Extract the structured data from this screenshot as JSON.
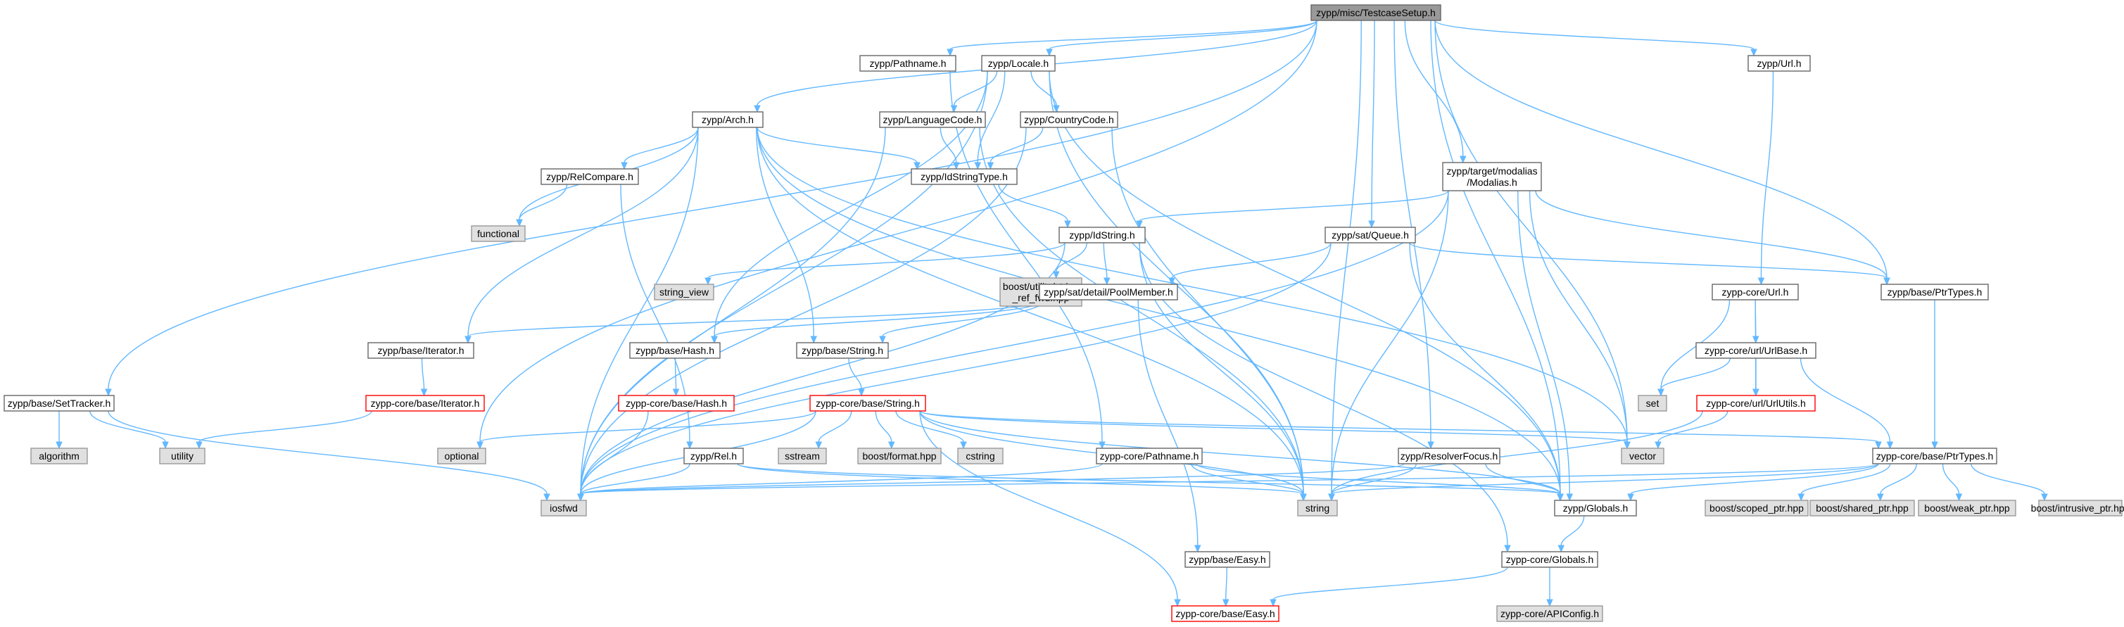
{
  "title": "zypp/misc/TestcaseSetup.h",
  "colors": {
    "edge": "#63b8ff",
    "root_fill": "#999999",
    "root_stroke": "#666666",
    "normal_fill": "#ffffff",
    "normal_stroke": "#666666",
    "truncated_stroke": "#ff0000",
    "external_fill": "#e0e0e0",
    "external_stroke": "#999999"
  },
  "nodes": [
    {
      "id": "root",
      "label": "zypp/misc/TestcaseSetup.h",
      "kind": "root"
    },
    {
      "id": "pathname",
      "label": "zypp/Pathname.h",
      "kind": "normal"
    },
    {
      "id": "locale",
      "label": "zypp/Locale.h",
      "kind": "normal"
    },
    {
      "id": "url",
      "label": "zypp/Url.h",
      "kind": "normal"
    },
    {
      "id": "arch",
      "label": "zypp/Arch.h",
      "kind": "normal"
    },
    {
      "id": "langcode",
      "label": "zypp/LanguageCode.h",
      "kind": "normal"
    },
    {
      "id": "ctrycode",
      "label": "zypp/CountryCode.h",
      "kind": "normal"
    },
    {
      "id": "relcompare",
      "label": "zypp/RelCompare.h",
      "kind": "normal"
    },
    {
      "id": "idstringtype",
      "label": "zypp/IdStringType.h",
      "kind": "normal"
    },
    {
      "id": "modalias",
      "label": "zypp/target/modalias\n/Modalias.h",
      "kind": "normal"
    },
    {
      "id": "functional",
      "label": "functional",
      "kind": "external"
    },
    {
      "id": "idstring",
      "label": "zypp/IdString.h",
      "kind": "normal"
    },
    {
      "id": "satqueue",
      "label": "zypp/sat/Queue.h",
      "kind": "normal"
    },
    {
      "id": "string_view",
      "label": "string_view",
      "kind": "external"
    },
    {
      "id": "boost_strref",
      "label": "boost/utility/string\n_ref_fwd.hpp",
      "kind": "external"
    },
    {
      "id": "poolmember",
      "label": "zypp/sat/detail/PoolMember.h",
      "kind": "normal"
    },
    {
      "id": "coreurl",
      "label": "zypp-core/Url.h",
      "kind": "normal"
    },
    {
      "id": "baseptrtypes",
      "label": "zypp/base/PtrTypes.h",
      "kind": "normal"
    },
    {
      "id": "basesettracker",
      "label": "zypp/base/SetTracker.h",
      "kind": "normal"
    },
    {
      "id": "baseiterator",
      "label": "zypp/base/Iterator.h",
      "kind": "normal"
    },
    {
      "id": "basehash",
      "label": "zypp/base/Hash.h",
      "kind": "normal"
    },
    {
      "id": "basestring",
      "label": "zypp/base/String.h",
      "kind": "normal"
    },
    {
      "id": "urlbase",
      "label": "zypp-core/url/UrlBase.h",
      "kind": "normal"
    },
    {
      "id": "algorithm",
      "label": "algorithm",
      "kind": "external"
    },
    {
      "id": "utility",
      "label": "utility",
      "kind": "external"
    },
    {
      "id": "coreiterator",
      "label": "zypp-core/base/Iterator.h",
      "kind": "truncated"
    },
    {
      "id": "corehash",
      "label": "zypp-core/base/Hash.h",
      "kind": "truncated"
    },
    {
      "id": "corestring",
      "label": "zypp-core/base/String.h",
      "kind": "truncated"
    },
    {
      "id": "set",
      "label": "set",
      "kind": "external"
    },
    {
      "id": "urlutils",
      "label": "zypp-core/url/UrlUtils.h",
      "kind": "truncated"
    },
    {
      "id": "optional",
      "label": "optional",
      "kind": "external"
    },
    {
      "id": "rel",
      "label": "zypp/Rel.h",
      "kind": "normal"
    },
    {
      "id": "sstream",
      "label": "sstream",
      "kind": "external"
    },
    {
      "id": "boostformat",
      "label": "boost/format.hpp",
      "kind": "external"
    },
    {
      "id": "cstring",
      "label": "cstring",
      "kind": "external"
    },
    {
      "id": "corepathname",
      "label": "zypp-core/Pathname.h",
      "kind": "normal"
    },
    {
      "id": "resolverfocus",
      "label": "zypp/ResolverFocus.h",
      "kind": "normal"
    },
    {
      "id": "vector",
      "label": "vector",
      "kind": "external"
    },
    {
      "id": "coreptrtypes",
      "label": "zypp-core/base/PtrTypes.h",
      "kind": "normal"
    },
    {
      "id": "iosfwd",
      "label": "iosfwd",
      "kind": "external"
    },
    {
      "id": "string",
      "label": "string",
      "kind": "external"
    },
    {
      "id": "globals",
      "label": "zypp/Globals.h",
      "kind": "normal"
    },
    {
      "id": "scoped_ptr",
      "label": "boost/scoped_ptr.hpp",
      "kind": "external"
    },
    {
      "id": "shared_ptr",
      "label": "boost/shared_ptr.hpp",
      "kind": "external"
    },
    {
      "id": "weak_ptr",
      "label": "boost/weak_ptr.hpp",
      "kind": "external"
    },
    {
      "id": "intrusive_ptr",
      "label": "boost/intrusive_ptr.hpp",
      "kind": "external"
    },
    {
      "id": "baseeasy",
      "label": "zypp/base/Easy.h",
      "kind": "normal"
    },
    {
      "id": "coreglobals",
      "label": "zypp-core/Globals.h",
      "kind": "normal"
    },
    {
      "id": "coreeasy",
      "label": "zypp-core/base/Easy.h",
      "kind": "truncated"
    },
    {
      "id": "apiconfig",
      "label": "zypp-core/APIConfig.h",
      "kind": "external"
    }
  ],
  "edges": [
    [
      "root",
      "pathname"
    ],
    [
      "root",
      "locale"
    ],
    [
      "root",
      "url"
    ],
    [
      "root",
      "arch"
    ],
    [
      "root",
      "modalias"
    ],
    [
      "root",
      "satqueue"
    ],
    [
      "root",
      "baseptrtypes"
    ],
    [
      "root",
      "basesettracker"
    ],
    [
      "root",
      "optional"
    ],
    [
      "root",
      "resolverfocus"
    ],
    [
      "root",
      "vector"
    ],
    [
      "root",
      "globals"
    ],
    [
      "root",
      "string"
    ],
    [
      "pathname",
      "corepathname"
    ],
    [
      "locale",
      "langcode"
    ],
    [
      "locale",
      "ctrycode"
    ],
    [
      "locale",
      "idstringtype"
    ],
    [
      "locale",
      "basehash"
    ],
    [
      "locale",
      "iosfwd"
    ],
    [
      "locale",
      "string"
    ],
    [
      "locale",
      "globals"
    ],
    [
      "url",
      "coreurl"
    ],
    [
      "arch",
      "idstringtype"
    ],
    [
      "arch",
      "relcompare"
    ],
    [
      "arch",
      "functional"
    ],
    [
      "arch",
      "baseiterator"
    ],
    [
      "arch",
      "basestring"
    ],
    [
      "arch",
      "iosfwd"
    ],
    [
      "arch",
      "vector"
    ],
    [
      "arch",
      "string"
    ],
    [
      "arch",
      "globals"
    ],
    [
      "langcode",
      "idstringtype"
    ],
    [
      "langcode",
      "iosfwd"
    ],
    [
      "langcode",
      "string"
    ],
    [
      "ctrycode",
      "idstringtype"
    ],
    [
      "ctrycode",
      "iosfwd"
    ],
    [
      "ctrycode",
      "string"
    ],
    [
      "relcompare",
      "functional"
    ],
    [
      "relcompare",
      "rel"
    ],
    [
      "idstringtype",
      "idstring"
    ],
    [
      "modalias",
      "idstring"
    ],
    [
      "modalias",
      "iosfwd"
    ],
    [
      "modalias",
      "vector"
    ],
    [
      "modalias",
      "string"
    ],
    [
      "modalias",
      "baseptrtypes"
    ],
    [
      "modalias",
      "globals"
    ],
    [
      "idstring",
      "string_view"
    ],
    [
      "idstring",
      "boost_strref"
    ],
    [
      "idstring",
      "poolmember"
    ],
    [
      "idstring",
      "iosfwd"
    ],
    [
      "idstring",
      "string"
    ],
    [
      "idstring",
      "coreglobals"
    ],
    [
      "satqueue",
      "poolmember"
    ],
    [
      "satqueue",
      "baseptrtypes"
    ],
    [
      "satqueue",
      "iosfwd"
    ],
    [
      "satqueue",
      "globals"
    ],
    [
      "poolmember",
      "baseiterator"
    ],
    [
      "poolmember",
      "basehash"
    ],
    [
      "poolmember",
      "basestring"
    ],
    [
      "poolmember",
      "baseeasy"
    ],
    [
      "coreurl",
      "urlbase"
    ],
    [
      "coreurl",
      "urlutils"
    ],
    [
      "coreurl",
      "set"
    ],
    [
      "baseptrtypes",
      "coreptrtypes"
    ],
    [
      "basesettracker",
      "algorithm"
    ],
    [
      "basesettracker",
      "utility"
    ],
    [
      "basesettracker",
      "iosfwd"
    ],
    [
      "baseiterator",
      "coreiterator"
    ],
    [
      "basehash",
      "corehash"
    ],
    [
      "basestring",
      "corestring"
    ],
    [
      "urlbase",
      "urlutils"
    ],
    [
      "urlbase",
      "coreptrtypes"
    ],
    [
      "urlbase",
      "set"
    ],
    [
      "coreiterator",
      "utility"
    ],
    [
      "corehash",
      "iosfwd"
    ],
    [
      "corestring",
      "optional"
    ],
    [
      "corestring",
      "sstream"
    ],
    [
      "corestring",
      "boostformat"
    ],
    [
      "corestring",
      "cstring"
    ],
    [
      "corestring",
      "iosfwd"
    ],
    [
      "corestring",
      "string"
    ],
    [
      "corestring",
      "vector"
    ],
    [
      "corestring",
      "coreptrtypes"
    ],
    [
      "corestring",
      "globals"
    ],
    [
      "corestring",
      "coreeasy"
    ],
    [
      "urlutils",
      "vector"
    ],
    [
      "urlutils",
      "string"
    ],
    [
      "rel",
      "iosfwd"
    ],
    [
      "rel",
      "string"
    ],
    [
      "rel",
      "globals"
    ],
    [
      "corepathname",
      "iosfwd"
    ],
    [
      "corepathname",
      "string"
    ],
    [
      "corepathname",
      "globals"
    ],
    [
      "resolverfocus",
      "iosfwd"
    ],
    [
      "resolverfocus",
      "string"
    ],
    [
      "resolverfocus",
      "globals"
    ],
    [
      "coreptrtypes",
      "iosfwd"
    ],
    [
      "coreptrtypes",
      "string"
    ],
    [
      "coreptrtypes",
      "scoped_ptr"
    ],
    [
      "coreptrtypes",
      "shared_ptr"
    ],
    [
      "coreptrtypes",
      "weak_ptr"
    ],
    [
      "coreptrtypes",
      "intrusive_ptr"
    ],
    [
      "coreptrtypes",
      "globals"
    ],
    [
      "globals",
      "coreglobals"
    ],
    [
      "baseeasy",
      "coreeasy"
    ],
    [
      "coreglobals",
      "coreeasy"
    ],
    [
      "coreglobals",
      "apiconfig"
    ]
  ]
}
